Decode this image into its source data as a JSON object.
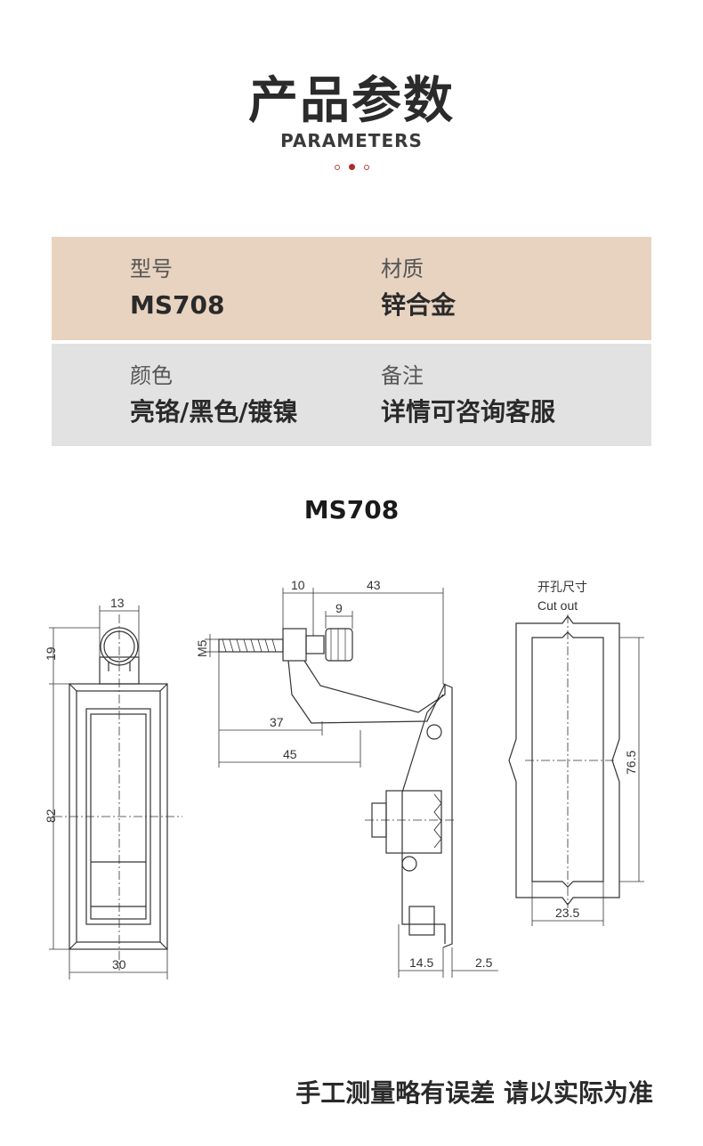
{
  "header": {
    "title": "产品参数",
    "subtitle": "PARAMETERS"
  },
  "params": [
    {
      "label": "型号",
      "value": "MS708"
    },
    {
      "label": "材质",
      "value": "锌合金"
    },
    {
      "label": "颜色",
      "value": "亮铬/黑色/镀镍"
    },
    {
      "label": "备注",
      "value": "详情可咨询客服"
    }
  ],
  "drawing": {
    "model": "MS708",
    "cutout_label_cn": "开孔尺寸",
    "cutout_label_en": "Cut out",
    "dims": {
      "front_top_width": "13",
      "front_head_height": "19",
      "front_height": "82",
      "front_width": "30",
      "side_offset": "10",
      "side_length": "43",
      "side_knob": "9",
      "side_thread": "M5",
      "side_37": "37",
      "side_45": "45",
      "side_depth": "14.5",
      "side_flange": "2.5",
      "cut_height": "76.5",
      "cut_width": "23.5"
    }
  },
  "footer": {
    "note": "手工测量略有误差 请以实际为准"
  }
}
